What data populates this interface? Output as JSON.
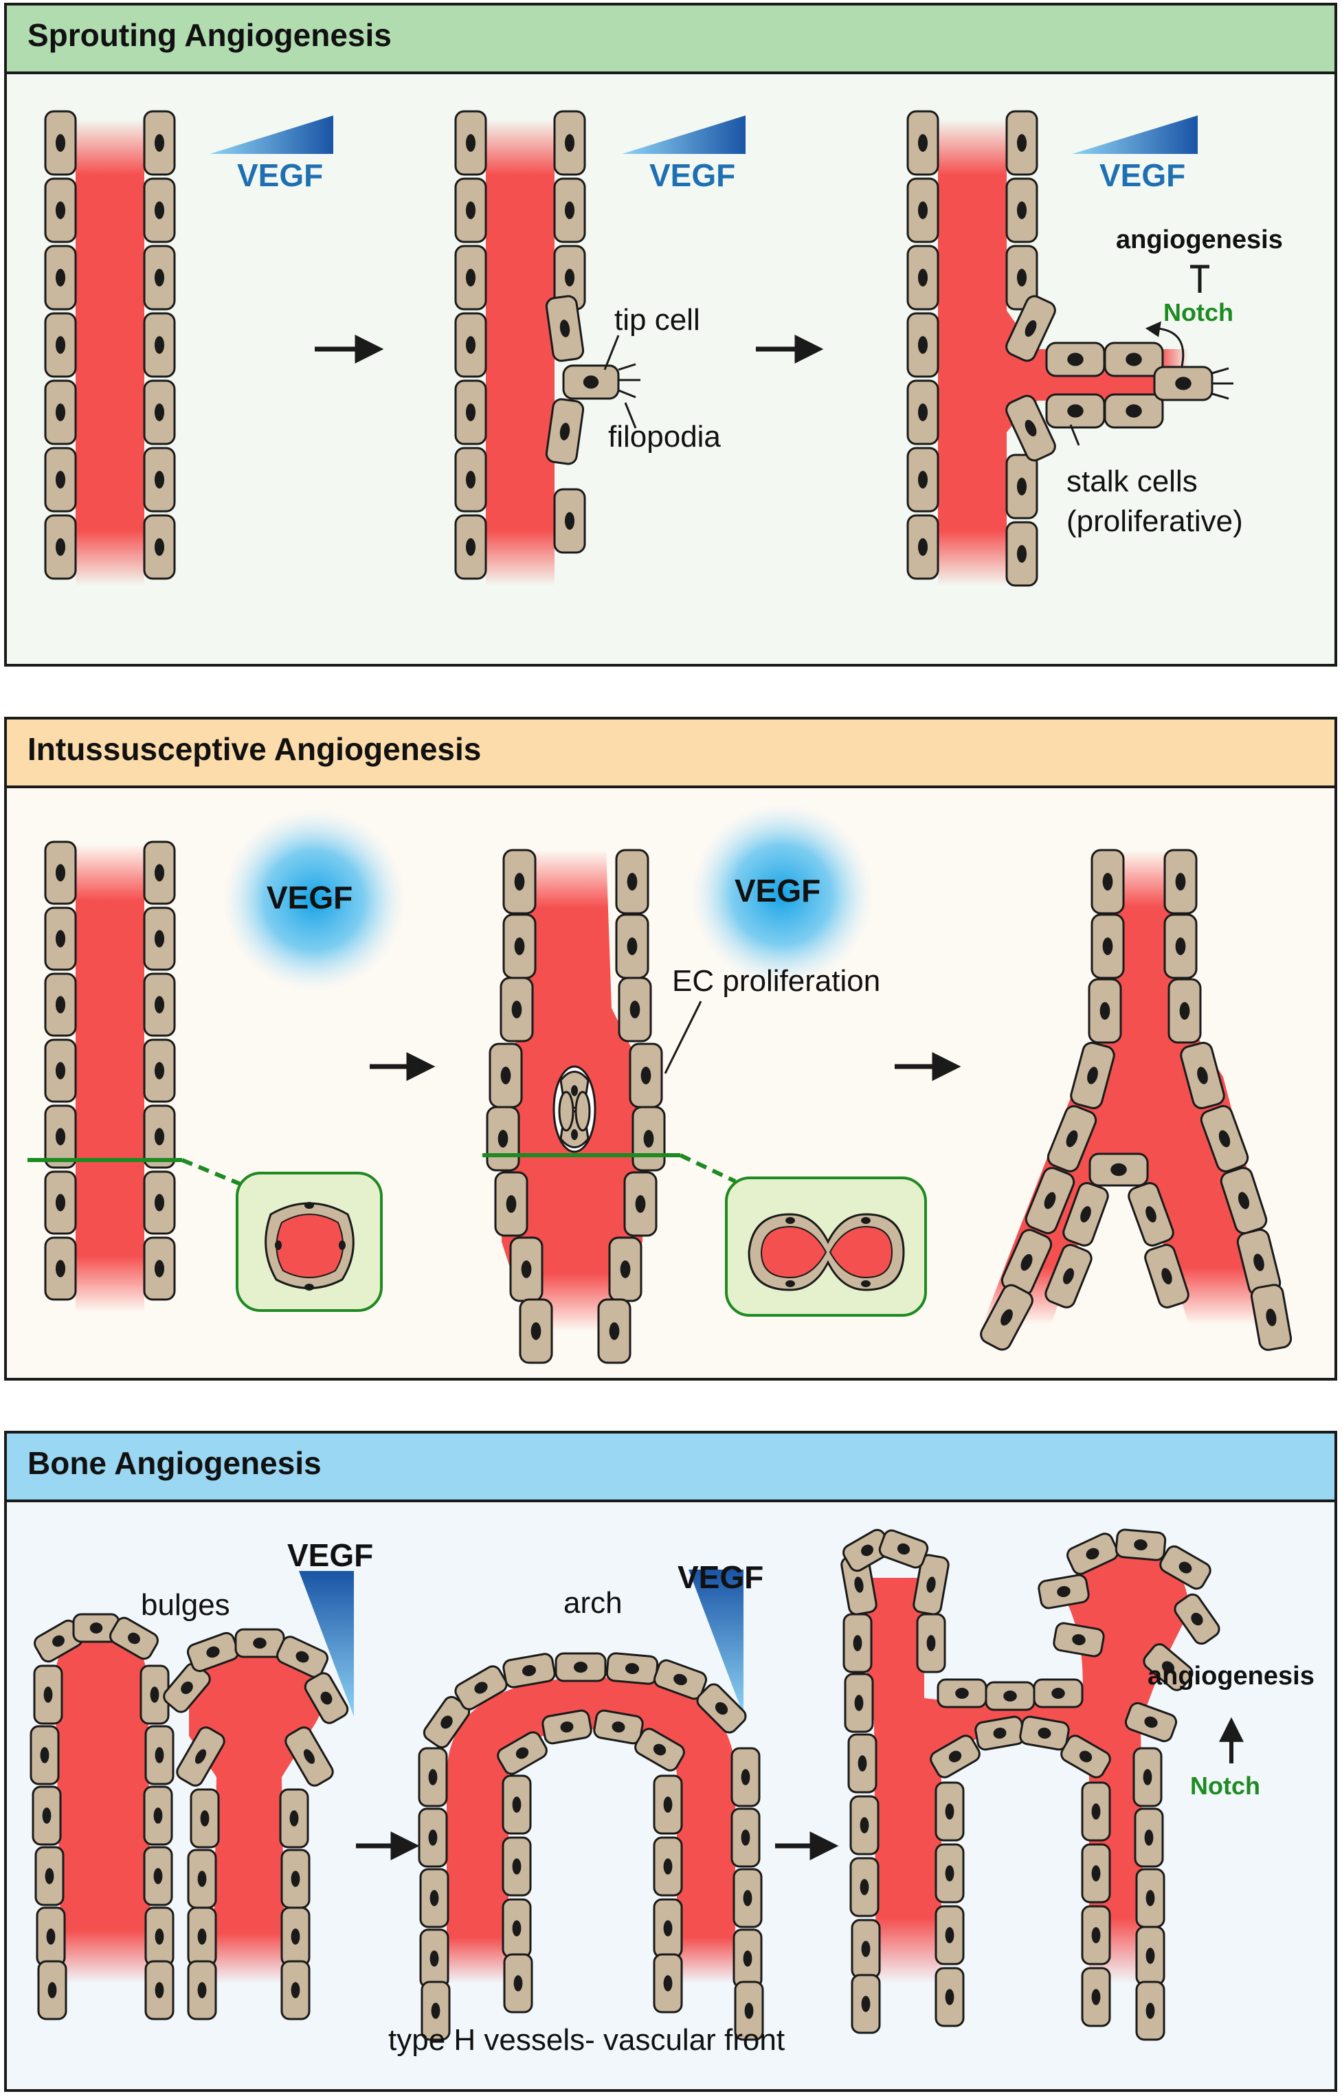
{
  "panels": {
    "sprouting": {
      "title": "Sprouting Angiogenesis",
      "vegf_1": "VEGF",
      "vegf_2": "VEGF",
      "vegf_3": "VEGF",
      "tip_cell": "tip cell",
      "filopodia": "filopodia",
      "angiogenesis": "angiogenesis",
      "notch": "Notch",
      "stalk_cells": "stalk cells",
      "proliferative": "(proliferative)"
    },
    "intussusceptive": {
      "title": "Intussusceptive Angiogenesis",
      "vegf_1": "VEGF",
      "vegf_2": "VEGF",
      "ec_proliferation": "EC proliferation"
    },
    "bone": {
      "title": "Bone Angiogenesis",
      "bulges": "bulges",
      "arch": "arch",
      "vegf_1": "VEGF",
      "vegf_2": "VEGF",
      "angiogenesis": "angiogenesis",
      "notch": "Notch",
      "footer": "type H vessels- vascular front"
    }
  },
  "colors": {
    "vessel_red": "#f55050",
    "cell_fill": "#c9b89d",
    "vegf_blue": "#1f6fb3",
    "notch_green": "#1e8a22",
    "sprouting_header": "#b1dcb0",
    "intussusceptive_header": "#fcdcaa",
    "bone_header": "#9ad7f2"
  }
}
